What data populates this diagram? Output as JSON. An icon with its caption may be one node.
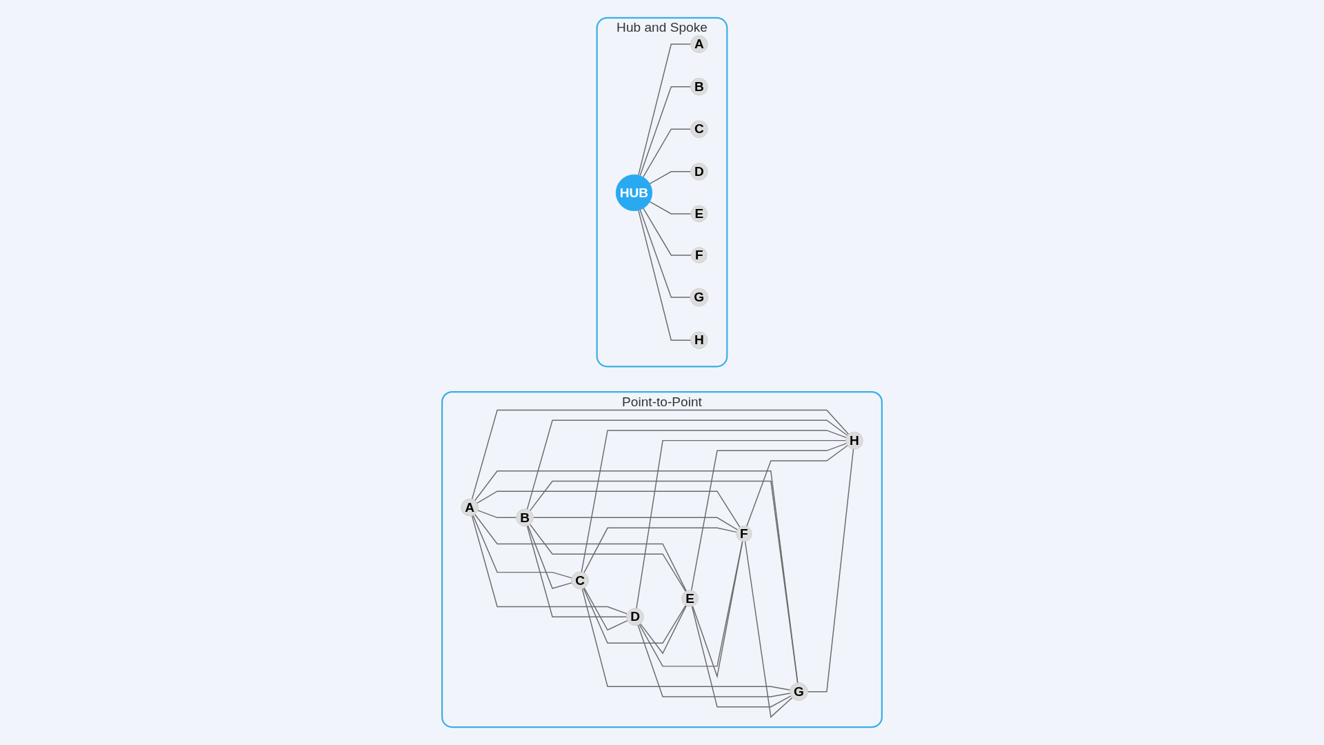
{
  "diagram": {
    "nodes": [
      {
        "text": [
          "Point-to-Point"
        ]
      },
      {
        "text": [
          "A"
        ],
        "in": 0
      },
      {
        "text": [
          "B"
        ],
        "in": 0
      },
      {
        "text": [
          "C"
        ],
        "in": 0
      },
      {
        "text": [
          "D"
        ],
        "in": 0
      },
      {
        "text": [
          "E"
        ],
        "in": 0
      },
      {
        "text": [
          "F"
        ],
        "in": 0
      },
      {
        "text": [
          "G"
        ],
        "in": 0
      },
      {
        "text": [
          "H"
        ],
        "in": 0
      },
      {
        "text": [
          "Hub and Spoke"
        ]
      },
      {
        "text": [
          "HUB"
        ],
        "in": 9
      },
      {
        "text": [
          "A"
        ],
        "in": 9
      },
      {
        "text": [
          "B"
        ],
        "in": 9
      },
      {
        "text": [
          "C"
        ],
        "in": 9
      },
      {
        "text": [
          "D"
        ],
        "in": 9
      },
      {
        "text": [
          "E"
        ],
        "in": 9
      },
      {
        "text": [
          "F"
        ],
        "in": 9
      },
      {
        "text": [
          "G"
        ],
        "in": 9
      },
      {
        "text": [
          "H"
        ],
        "in": 9
      }
    ],
    "edges": [
      {
        "from": 1,
        "to": 2,
        "arrow": "none"
      },
      {
        "from": 1,
        "to": 3,
        "arrow": "none"
      },
      {
        "from": 1,
        "to": 4,
        "arrow": "none"
      },
      {
        "from": 1,
        "to": 5,
        "arrow": "none"
      },
      {
        "from": 1,
        "to": 6,
        "arrow": "none"
      },
      {
        "from": 1,
        "to": 7,
        "arrow": "none"
      },
      {
        "from": 1,
        "to": 8,
        "arrow": "none"
      },
      {
        "from": 2,
        "to": 3,
        "arrow": "none"
      },
      {
        "from": 2,
        "to": 4,
        "arrow": "none"
      },
      {
        "from": 2,
        "to": 5,
        "arrow": "none"
      },
      {
        "from": 2,
        "to": 6,
        "arrow": "none"
      },
      {
        "from": 2,
        "to": 7,
        "arrow": "none"
      },
      {
        "from": 2,
        "to": 8,
        "arrow": "none"
      },
      {
        "from": 3,
        "to": 4,
        "arrow": "none"
      },
      {
        "from": 3,
        "to": 5,
        "arrow": "none"
      },
      {
        "from": 3,
        "to": 6,
        "arrow": "none"
      },
      {
        "from": 3,
        "to": 7,
        "arrow": "none"
      },
      {
        "from": 3,
        "to": 8,
        "arrow": "none"
      },
      {
        "from": 4,
        "to": 5,
        "arrow": "none"
      },
      {
        "from": 4,
        "to": 6,
        "arrow": "none"
      },
      {
        "from": 4,
        "to": 7,
        "arrow": "none"
      },
      {
        "from": 4,
        "to": 8,
        "arrow": "none"
      },
      {
        "from": 5,
        "to": 6,
        "arrow": "none"
      },
      {
        "from": 5,
        "to": 7,
        "arrow": "none"
      },
      {
        "from": 5,
        "to": 8,
        "arrow": "none"
      },
      {
        "from": 6,
        "to": 7,
        "arrow": "none"
      },
      {
        "from": 6,
        "to": 8,
        "arrow": "none"
      },
      {
        "from": 7,
        "to": 8,
        "arrow": "none"
      },
      {
        "from": 10,
        "to": 11,
        "arrow": "none"
      },
      {
        "from": 10,
        "to": 12,
        "arrow": "none"
      },
      {
        "from": 10,
        "to": 13,
        "arrow": "none"
      },
      {
        "from": 10,
        "to": 14,
        "arrow": "none"
      },
      {
        "from": 10,
        "to": 15,
        "arrow": "none"
      },
      {
        "from": 10,
        "to": 16,
        "arrow": "none"
      },
      {
        "from": 10,
        "to": 17,
        "arrow": "none"
      },
      {
        "from": 10,
        "to": 18,
        "arrow": "none"
      }
    ]
  }
}
